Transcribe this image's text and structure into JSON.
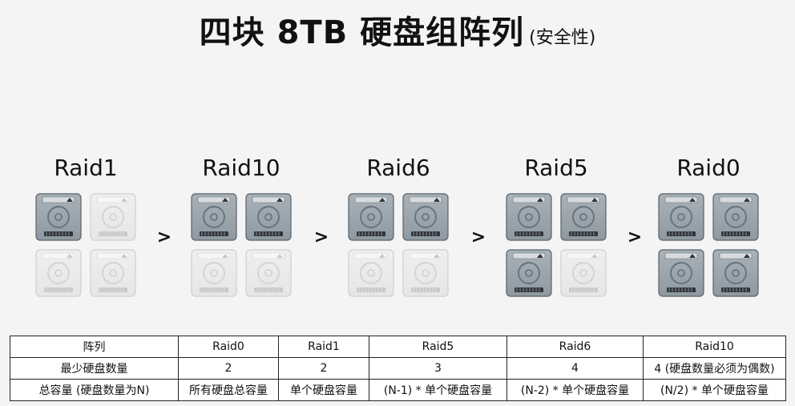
{
  "title": {
    "main": "四块 8TB 硬盘组阵列",
    "sub": "(安全性)"
  },
  "comparator": ">",
  "groups": [
    {
      "label": "Raid1",
      "disks": [
        "active",
        "inactive",
        "inactive",
        "inactive"
      ]
    },
    {
      "label": "Raid10",
      "disks": [
        "active",
        "active",
        "inactive",
        "inactive"
      ]
    },
    {
      "label": "Raid6",
      "disks": [
        "active",
        "active",
        "inactive",
        "inactive"
      ]
    },
    {
      "label": "Raid5",
      "disks": [
        "active",
        "active",
        "active",
        "inactive"
      ]
    },
    {
      "label": "Raid0",
      "disks": [
        "active",
        "active",
        "active",
        "active"
      ]
    }
  ],
  "table": {
    "headers": [
      "阵列",
      "Raid0",
      "Raid1",
      "Raid5",
      "Raid6",
      "Raid10"
    ],
    "rows": [
      [
        "最少硬盘数量",
        "2",
        "2",
        "3",
        "4",
        "4 (硬盘数量必须为偶数)"
      ],
      [
        "总容量 (硬盘数量为N)",
        "所有硬盘总容量",
        "单个硬盘容量",
        "(N-1) * 单个硬盘容量",
        "(N-2) * 单个硬盘容量",
        "(N/2) * 单个硬盘容量"
      ]
    ]
  }
}
